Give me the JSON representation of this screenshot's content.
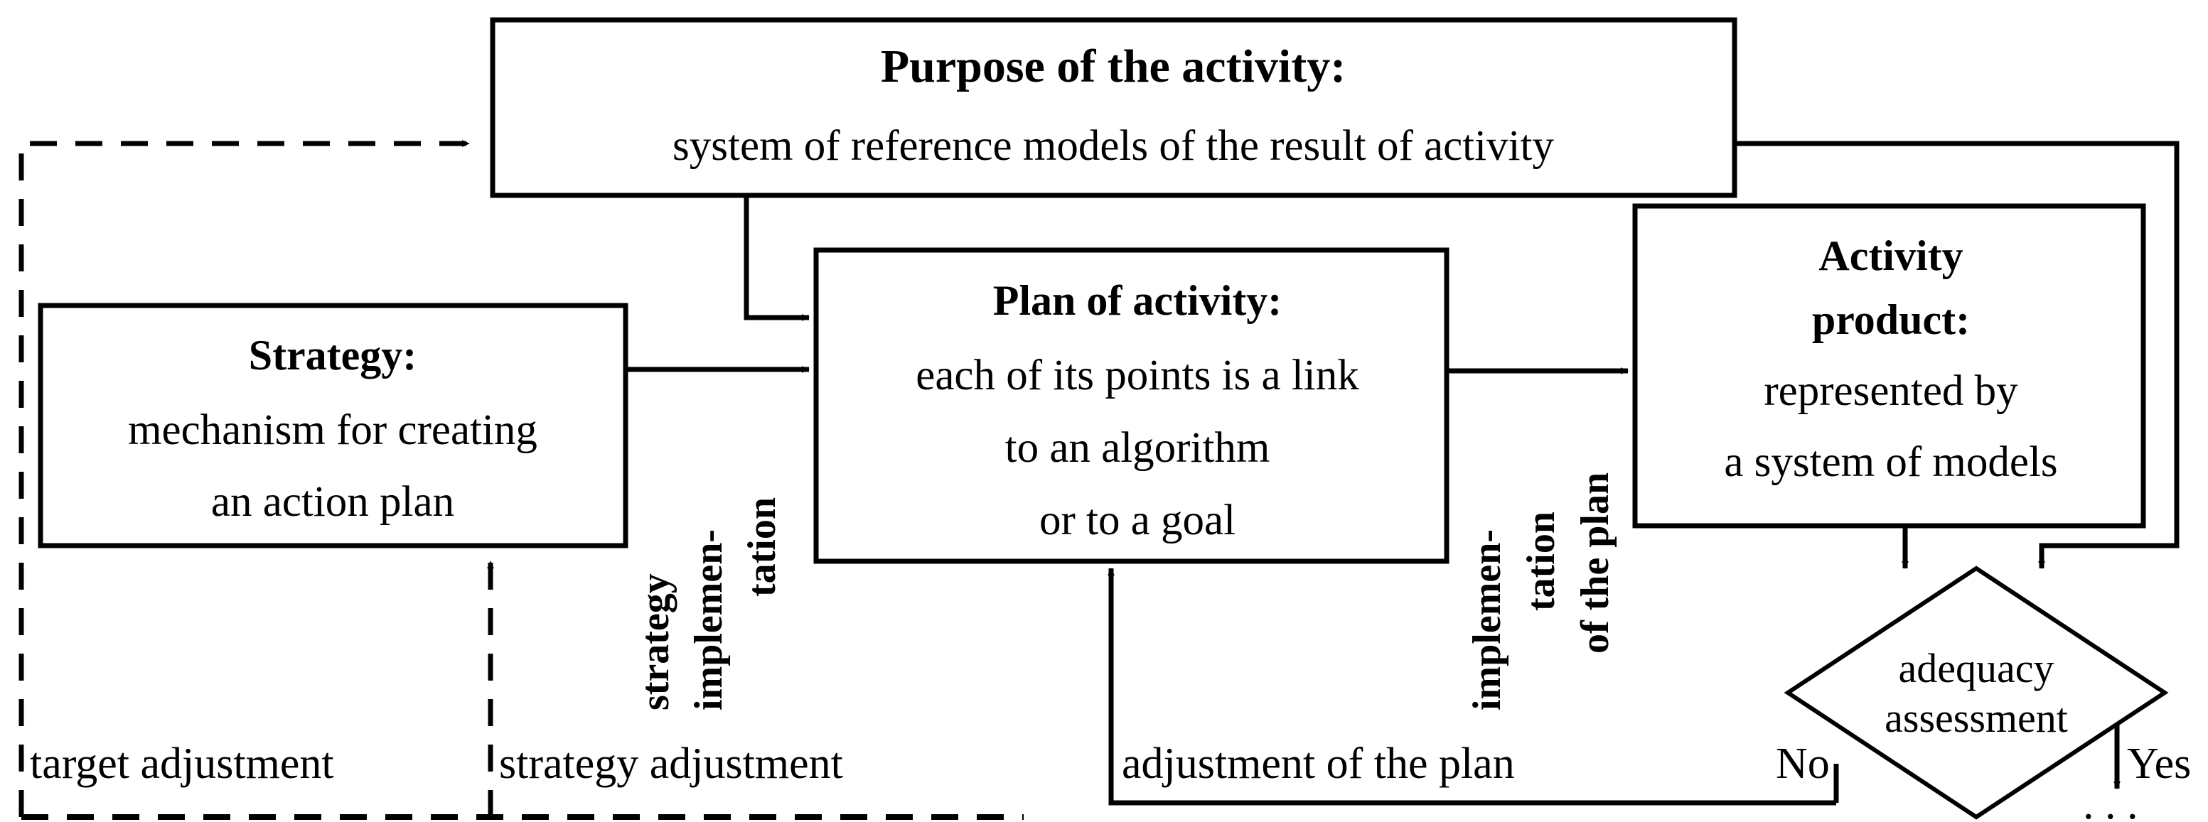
{
  "diagram": {
    "title_text_present": false,
    "colors": {
      "stroke": "#000000",
      "fill": "#ffffff",
      "text": "#000000"
    },
    "nodes": {
      "purpose": {
        "heading": "Purpose of the activity:",
        "line1": "system of reference models of the result of activity"
      },
      "strategy": {
        "heading": "Strategy:",
        "line1": "mechanism for creating",
        "line2": "an action plan"
      },
      "plan": {
        "heading": "Plan of activity:",
        "line1": "each of its points is a link",
        "line2": "to an algorithm",
        "line3": "or to a goal"
      },
      "product": {
        "heading1": "Activity",
        "heading2": "product:",
        "line1": "represented by",
        "line2": "a system of models"
      },
      "decision": {
        "line1": "adequacy",
        "line2": "assessment"
      }
    },
    "edge_labels": {
      "strategy_implementation": [
        "strategy",
        "implemen-",
        "tation"
      ],
      "plan_implementation": [
        "implemen-",
        "tation",
        "of the plan"
      ],
      "target_adjustment": "target adjustment",
      "strategy_adjustment": "strategy adjustment",
      "plan_adjustment": "adjustment of the plan",
      "branch_no": "No",
      "branch_yes": "Yes",
      "continuation": ". . ."
    }
  }
}
